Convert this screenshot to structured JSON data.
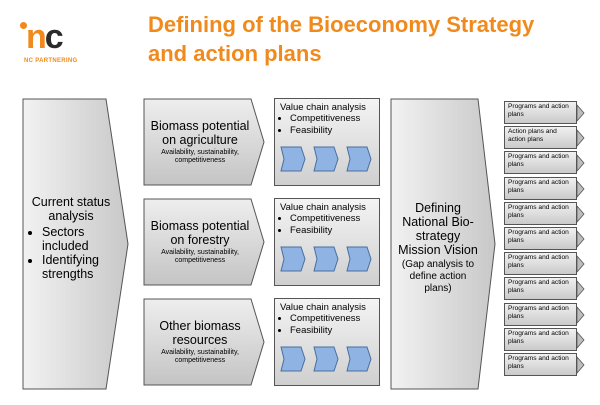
{
  "logo": {
    "mark_n": "n",
    "mark_c": "c",
    "subtitle": "NC PARTNERING"
  },
  "title": {
    "line1": "Defining of the Bioeconomy Strategy",
    "line2": "and action plans"
  },
  "current_status": {
    "heading": "Current status analysis",
    "bullets": [
      "Sectors included",
      "Identifying strengths"
    ]
  },
  "biomass": [
    {
      "title": "Biomass potential on agriculture",
      "subtitle": "Availability, sustainability, competitiveness"
    },
    {
      "title": "Biomass potential on forestry",
      "subtitle": "Availability, sustainability, competitiveness"
    },
    {
      "title": "Other biomass resources",
      "subtitle": "Availability, sustainability, competitiveness"
    }
  ],
  "value_chain": [
    {
      "title": "Value chain analysis",
      "bullets": [
        "Competitiveness",
        "Feasibility"
      ]
    },
    {
      "title": "Value chain analysis",
      "bullets": [
        "Competitiveness",
        "Feasibility"
      ]
    },
    {
      "title": "Value chain analysis",
      "bullets": [
        "Competitiveness",
        "Feasibility"
      ]
    }
  ],
  "defining": {
    "heading": "Defining National Bio-strategy Mission Vision",
    "note": "(Gap analysis to define action plans)"
  },
  "programs": [
    "Programs and action plans",
    "Action plans and action plans",
    "Programs and action plans",
    "Programs and action plans",
    "Programs and action plans",
    "Programs and action plans",
    "Programs and action plans",
    "Programs and action plans",
    "Programs and action plans",
    "Programs and action plans",
    "Programs and action plans"
  ],
  "colors": {
    "accent": "#f08a1c",
    "chevron_blue": "#8fb4e3",
    "box_gray": "#d9d9d9"
  }
}
